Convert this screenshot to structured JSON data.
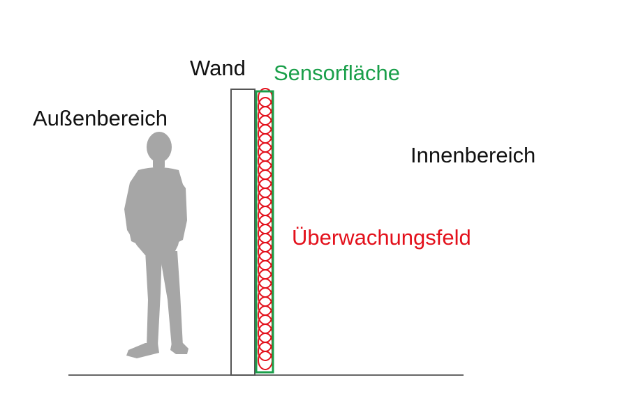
{
  "labels": {
    "wall": "Wand",
    "sensor_area": "Sensorfläche",
    "outside": "Außenbereich",
    "inside": "Innenbereich",
    "monitoring_field": "Überwachungsfeld"
  },
  "colors": {
    "text": "#111111",
    "sensor": "#1a9f4a",
    "field": "#e3101b",
    "person": "#a6a6a6",
    "wall_stroke": "#555555",
    "ground": "#666666"
  },
  "icons": {
    "person": "person-silhouette-icon"
  }
}
